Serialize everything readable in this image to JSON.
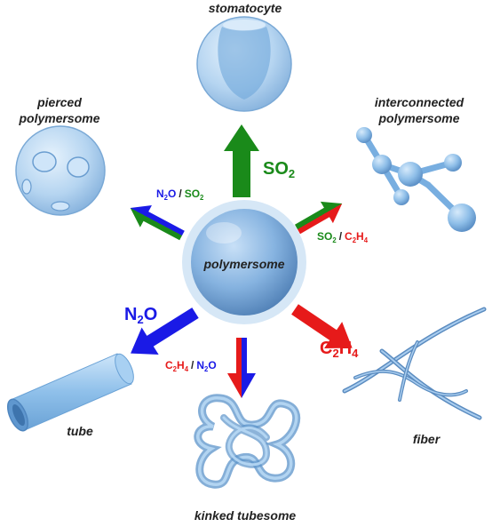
{
  "labels": {
    "center": "polymersome",
    "top": "stomatocyte",
    "top_left_1": "pierced",
    "top_left_2": "polymersome",
    "top_right_1": "interconnected",
    "top_right_2": "polymersome",
    "left": "tube",
    "right": "fiber",
    "bottom": "kinked tubesome"
  },
  "gases": {
    "so2": {
      "base": "SO",
      "sub": "2"
    },
    "n2o": {
      "a": "N",
      "sub": "2",
      "b": "O"
    },
    "c2h4": {
      "a": "C",
      "sub1": "2",
      "b": "H",
      "sub2": "4"
    },
    "slash": "/"
  },
  "colors": {
    "so2": "#1a8a1a",
    "n2o": "#1a1ae6",
    "c2h4": "#e61a1a",
    "vesicle": "#8cbde8",
    "vesicle_dark": "#5b93c9"
  }
}
